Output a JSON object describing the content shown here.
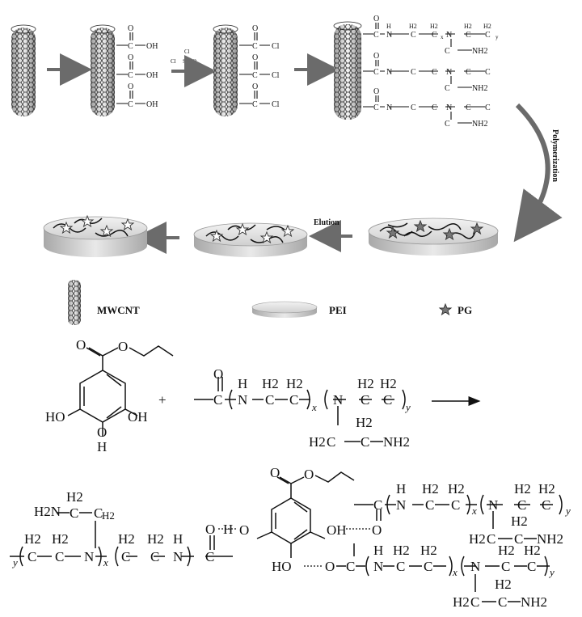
{
  "legend": {
    "mwcnt": "MWCNT",
    "pei": "PEI",
    "pg": "PG"
  },
  "labels": {
    "polymerization": "Polymerization",
    "elution": "Elution"
  },
  "atoms": {
    "O": "O",
    "OH": "OH",
    "HO": "HO",
    "Cl": "Cl",
    "S": "S",
    "N": "N",
    "H": "H",
    "H2": "H2",
    "NH2": "NH2",
    "H2N": "H2N",
    "C": "C",
    "x": "x",
    "y": "y",
    "plus": "+"
  },
  "colors": {
    "arrow_gray": "#6b6b6b",
    "disc_gray": "#d9d9d9",
    "ink": "#111111"
  }
}
